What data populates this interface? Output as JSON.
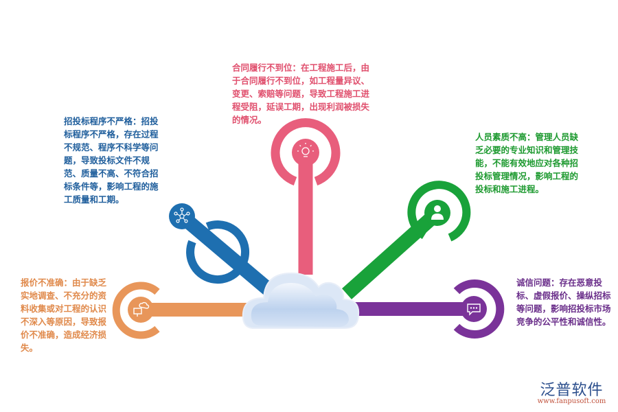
{
  "items": {
    "blue": {
      "text": "招投标程序不严格：招投标程序不严格，存在过程不规范、程序不科学等问题，导致投标文件不规范、质量不高、不符合招标条件等，影响工程的施工质量和工期。",
      "color": "#1E6FB0",
      "icon": "network-icon"
    },
    "pink": {
      "text": "合同履行不到位：在工程施工后，由于合同履行不到位，如工程量异议、变更、索赔等问题，导致工程施工进程受阻，延误工期，出现利润被损失的情况。",
      "color": "#E85E7C",
      "icon": "lightbulb-icon"
    },
    "green": {
      "text": "人员素质不高：管理人员缺乏必要的专业知识和管理技能，不能有效地应对各种招投标管理情况，影响工程的投标和施工进程。",
      "color": "#19A23A",
      "icon": "person-icon"
    },
    "orange": {
      "text": "报价不准确：由于缺乏实地调查、不充分的资料收集或对工程的认识不深入等原因，导致报价不准确，造成经济损失。",
      "color": "#E8965A",
      "icon": "cloud-computer-icon"
    },
    "purple": {
      "text": "诚信问题：存在恶意投标、虚假报价、操纵招标等问题，影响招投标市场竞争的公平性和诚信性。",
      "color": "#7A3399",
      "icon": "chat-bubble-icon"
    }
  },
  "logo": {
    "name": "泛普软件",
    "url": "www.fanpusoft.com"
  }
}
